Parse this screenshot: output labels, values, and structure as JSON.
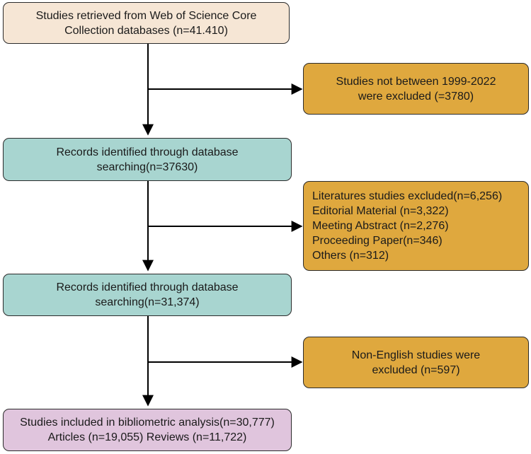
{
  "colors": {
    "start": "#f6e6d5",
    "main": "#a8d5d0",
    "excluded": "#dfa83e",
    "final": "#e0c5dd",
    "stroke": "#000000"
  },
  "boxes": {
    "retrieved": [
      "Studies retrieved from Web of Science Core",
      "Collection databases (n=41.410)"
    ],
    "excluded_years": [
      "Studies not between 1999-2022",
      "were excluded (=3780)"
    ],
    "identified_1": [
      "Records identified through database",
      "searching(n=37630)"
    ],
    "excluded_types": [
      "Literatures studies excluded(n=6,256)",
      "Editorial Material (n=3,322)",
      "Meeting Abstract (n=2,276)",
      "Proceeding Paper(n=346)",
      "Others (n=312)"
    ],
    "identified_2": [
      "Records identified through database",
      "searching(n=31,374)"
    ],
    "excluded_language": [
      "Non-English studies were",
      "excluded (n=597)"
    ],
    "included": [
      "Studies included in bibliometric analysis(n=30,777)",
      "Articles (n=19,055) Reviews (n=11,722)"
    ]
  }
}
